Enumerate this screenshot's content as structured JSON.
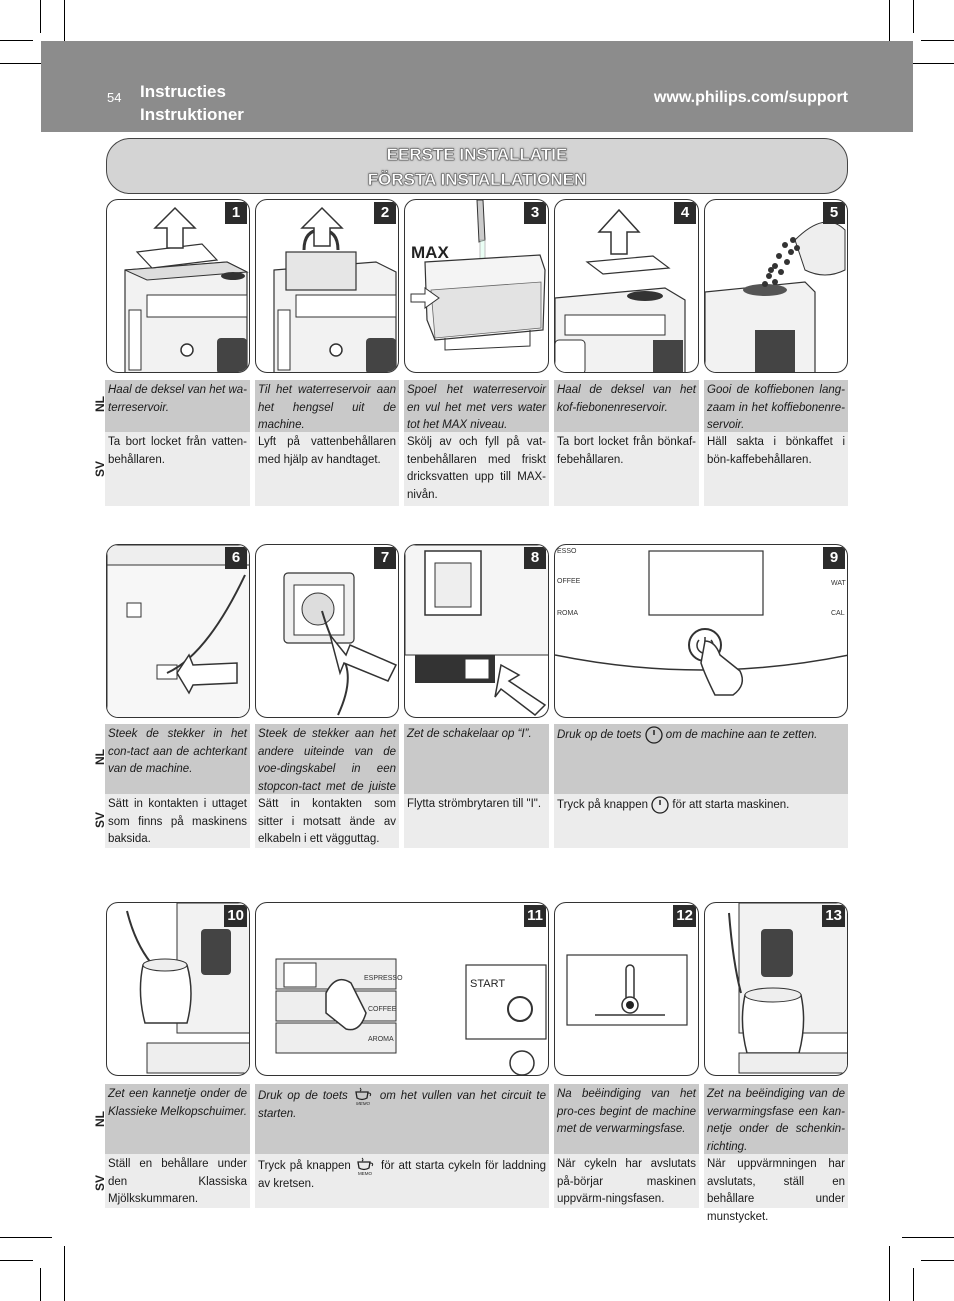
{
  "header": {
    "page_number": "54",
    "title_nl": "Instructies",
    "title_sv": "Instruktioner",
    "url": "www.philips.com/support"
  },
  "banner": {
    "line1": "EERSTE INSTALLATIE",
    "line2": "FÖRSTA INSTALLATIONEN"
  },
  "lang_labels": {
    "nl": "NL",
    "sv": "SV"
  },
  "illustration_text": {
    "max": "MAX",
    "screen9_left": [
      "ESSO",
      "OFFEE",
      "ROMA"
    ],
    "screen9_right": [
      "WAT",
      "CAL"
    ],
    "screen11_buttons": [
      "ESPRESSO",
      "COFFEE",
      "AROMA"
    ],
    "screen11_display": "START",
    "memo": "MEMO"
  },
  "steps": [
    {
      "num": "1",
      "nl": "Haal de deksel van het wa-terreservoir.",
      "sv": "Ta bort locket från vatten-behållaren."
    },
    {
      "num": "2",
      "nl": "Til het waterreservoir aan het hengsel uit de machine.",
      "sv": "Lyft på vattenbehållaren med hjälp av handtaget."
    },
    {
      "num": "3",
      "nl": "Spoel het waterreservoir en vul het met vers water tot het MAX niveau.",
      "sv": "Skölj av och fyll på vat-tenbehållaren med friskt dricksvatten upp till MAX-nivån."
    },
    {
      "num": "4",
      "nl": "Haal de deksel van het kof-fiebonenreservoir.",
      "sv": "Ta bort locket från bönkaf-febehållaren."
    },
    {
      "num": "5",
      "nl": "Gooi de koffiebonen lang-zaam in het koffiebonenre-servoir.",
      "sv": "Häll sakta i bönkaffet i bön-kaffebehållaren."
    },
    {
      "num": "6",
      "nl": "Steek de stekker in het con-tact aan de achterkant van de machine.",
      "sv": "Sätt in kontakten i uttaget som finns på maskinens baksida."
    },
    {
      "num": "7",
      "nl": "Steek de stekker aan het andere uiteinde van de voe-dingskabel in een stopcon-tact met de juiste spanning.",
      "sv": "Sätt in kontakten som sitter i motsatt ände av elkabeln i ett vägguttag."
    },
    {
      "num": "8",
      "nl": "Zet de schakelaar op “I”.",
      "sv": "Flytta strömbrytaren till \"I\"."
    },
    {
      "num": "9",
      "nl_before": "Druk op de toets",
      "nl_after": "om de machine aan te zetten.",
      "sv_before": "Tryck på knappen",
      "sv_after": "för att starta maskinen."
    },
    {
      "num": "10",
      "nl": "Zet een kannetje onder de Klassieke Melkopschuimer.",
      "sv": "Ställ en behållare under den Klassiska Mjölkskummaren."
    },
    {
      "num": "11",
      "nl_before": "Druk op de toets",
      "nl_after": "om het vullen van het circuit te starten.",
      "sv_before": "Tryck på knappen",
      "sv_after": "för att starta cykeln för laddning av kretsen."
    },
    {
      "num": "12",
      "nl": "Na beëindiging van het pro-ces begint de machine met de verwarmingsfase.",
      "sv": "När cykeln har avslutats på-börjar maskinen uppvärm-ningsfasen."
    },
    {
      "num": "13",
      "nl": "Zet na beëindiging van de verwarmingsfase een kan-netje onder de schenkin-richting.",
      "sv": "När uppvärmningen har avslutats, ställ en behållare under munstycket."
    }
  ]
}
